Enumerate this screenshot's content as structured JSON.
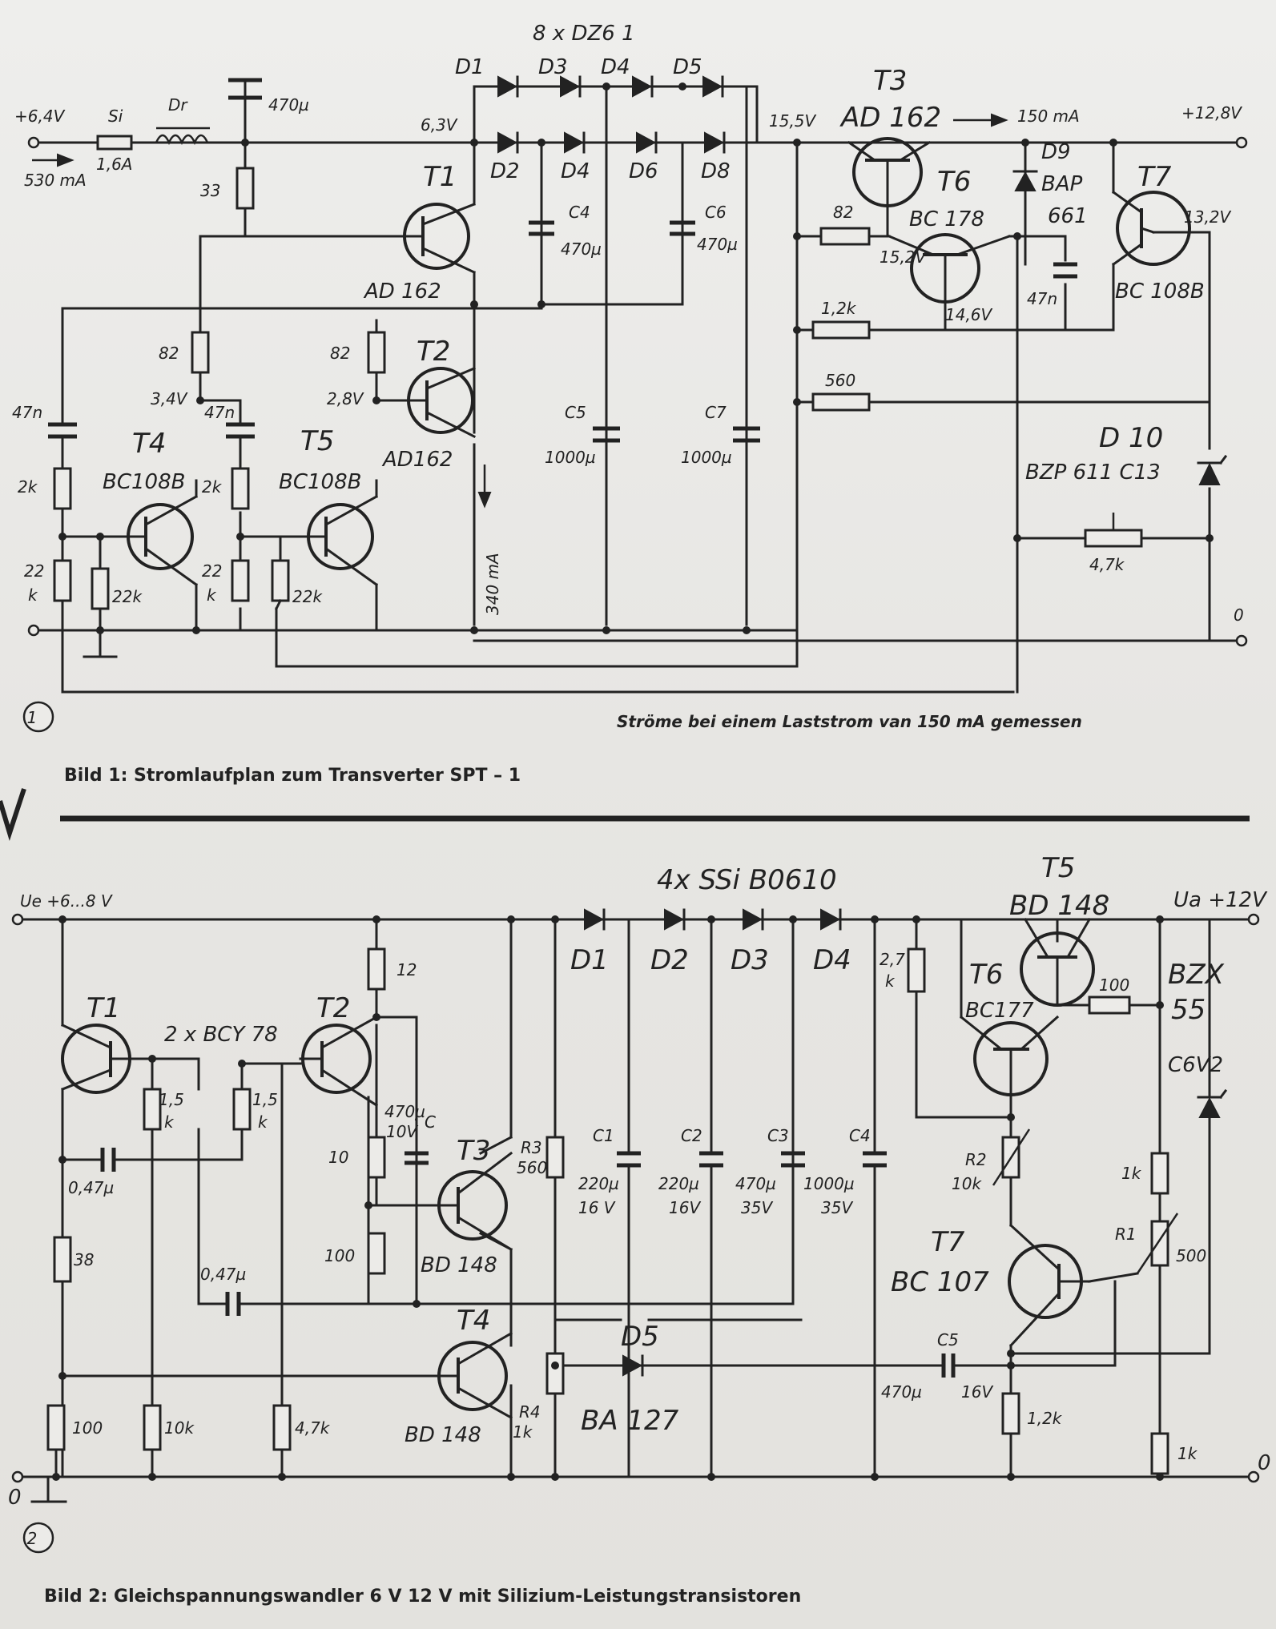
{
  "fig1": {
    "number": "1",
    "caption": "Bild 1:   Stromlaufplan zum Transverter SPT – 1",
    "note": "Ströme bei einem Laststrom van 150 mA gemessen",
    "labels": {
      "vin": "+6,4V",
      "iin": "530 mA",
      "fuse_name": "Si",
      "fuse_val": "1,6A",
      "choke": "Dr",
      "cap_in": "470µ",
      "r33": "33",
      "v63": "6,3V",
      "diodes_title": "8 x DZ6  1",
      "d1": "D1",
      "d3": "D3",
      "d4a": "D4",
      "d5": "D5",
      "d2": "D2",
      "d4b": "D4",
      "d6": "D6",
      "d8": "D8",
      "c4": "C4",
      "c4v": "470µ",
      "c6": "C6",
      "c6v": "470µ",
      "t1": "T1",
      "t1type": "AD 162",
      "t2": "T2",
      "t2type": "AD162",
      "t3": "T3",
      "t3type": "AD 162",
      "i150": "150 mA",
      "v155": "15,5V",
      "vout": "+12,8V",
      "t6": "T6",
      "t6type": "BC 178",
      "d9": "D9",
      "d9a": "BAP",
      "d9b": "661",
      "t7": "T7",
      "t7type": "BC 108B",
      "v132": "13,2V",
      "r82c": "82",
      "v152": "15,2V",
      "r12k": "1,2k",
      "v146": "14,6V",
      "c47n2": "47n",
      "r560": "560",
      "d10": "D 10",
      "d10type": "BZP 611 C13",
      "pot47k": "4,7k",
      "zero": "0",
      "r82a": "82",
      "r82b": "82",
      "v34": "3,4V",
      "v28": "2,8V",
      "c47na": "47n",
      "c47nb": "47n",
      "r2ka": "2k",
      "r2kb": "2k",
      "t4": "T4",
      "t4type": "BC108B",
      "t5": "T5",
      "t5type": "BC108B",
      "r22a": "22",
      "r22ak": "k",
      "r22k_a": "22k",
      "r22b": "22",
      "r22bk": "k",
      "r22k_b": "22k",
      "i340": "340 mA",
      "c5": "C5",
      "c5v": "1000µ",
      "c7": "C7",
      "c7v": "1000µ"
    }
  },
  "fig2": {
    "number": "2",
    "caption": "Bild 2:   Gleichspannungswandler 6 V 12 V mit Silizium-Leistungstransistoren",
    "labels": {
      "ue": "Ue  +6...8 V",
      "ua": "Ua  +12V",
      "diodes_title": "4x SSi  B0610",
      "d1": "D1",
      "d2": "D2",
      "d3": "D3",
      "d4": "D4",
      "t1": "T1",
      "t2": "T2",
      "pair": "2 x BCY 78",
      "r15a": "1,5",
      "r15ak": "k",
      "r15b": "1,5",
      "r15bk": "k",
      "c047a": "0,47µ",
      "r38": "38",
      "c047b": "0,47µ",
      "r12": "12",
      "c470": "470µ",
      "c10v": "10V",
      "cC": "C",
      "r10": "10",
      "r100a": "100",
      "t3": "T3",
      "t3type": "BD 148",
      "r3": "R3",
      "r3v": "560",
      "t4": "T4",
      "t4type": "BD 148",
      "r4": "R4",
      "r4v": "1k",
      "d5": "D5",
      "d5type": "BA 127",
      "c1": "C1",
      "c1v": "220µ",
      "c1u": "16 V",
      "c2": "C2",
      "c2v": "220µ",
      "c2u": "16V",
      "c3": "C3",
      "c3v": "470µ",
      "c3u": "35V",
      "c4": "C4",
      "c4v": "1000µ",
      "c4u": "35V",
      "r27": "2,7",
      "r27k": "k",
      "t5": "T5",
      "t5type": "BD 148",
      "t6": "T6",
      "t6type": "BC177",
      "r100b": "100",
      "bzx1": "BZX",
      "bzx2": "55",
      "bzx3": "C6V2",
      "r2": "R2",
      "r2v": "10k",
      "r1k": "1k",
      "r1": "R1",
      "r1v": "500",
      "t7": "T7",
      "t7type": "BC 107",
      "c5": "C5",
      "c5v": "470µ",
      "c5u": "16V",
      "r12k": "1,2k",
      "r1kb": "1k",
      "r100c": "100",
      "r10k": "10k",
      "r47k": "4,7k",
      "zero_l": "0",
      "zero_r": "0"
    }
  }
}
